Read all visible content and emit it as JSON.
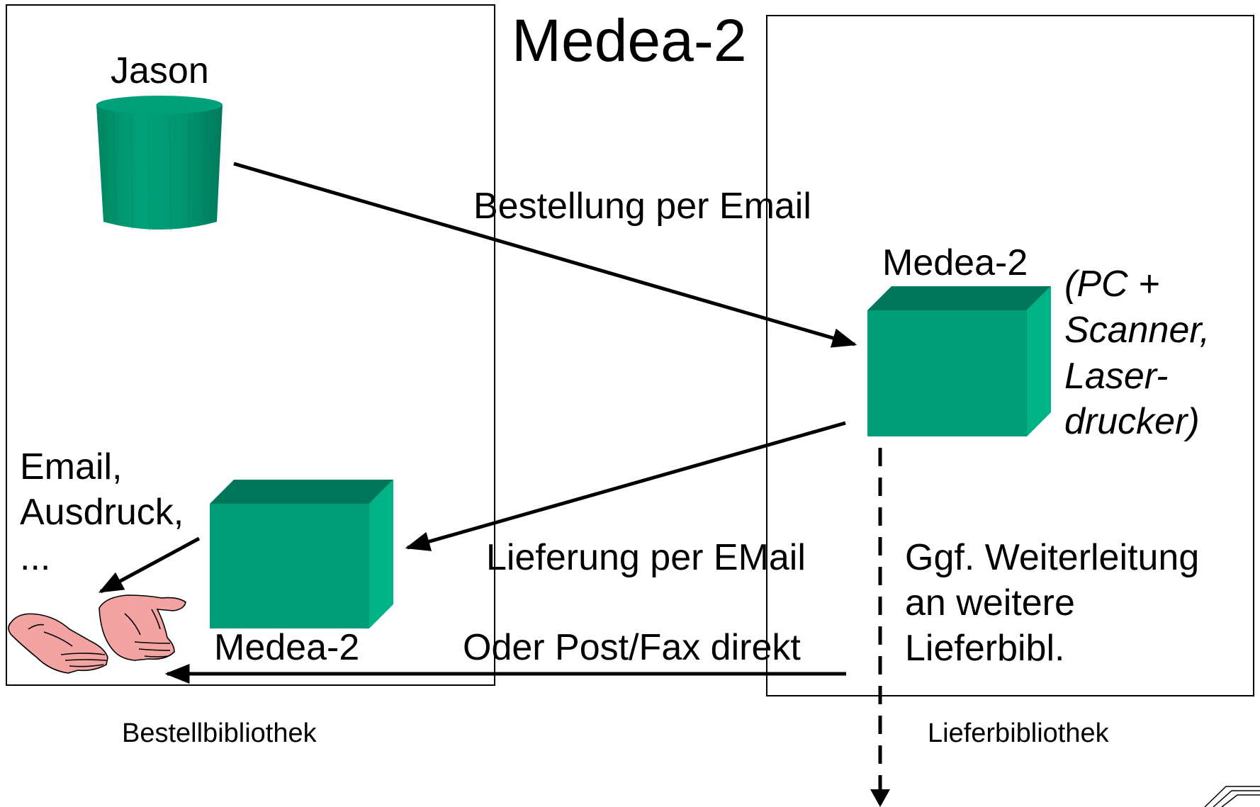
{
  "title": "Medea-2",
  "database": {
    "label": "Jason",
    "color": "#009e78"
  },
  "arrows": {
    "order": "Bestellung per Email",
    "delivery": "Lieferung per EMail",
    "direct": "Oder Post/Fax direkt"
  },
  "supplier_node": {
    "label": "Medea-2",
    "note_lines": [
      "(PC +",
      "Scanner,",
      "Laser-",
      "drucker)"
    ]
  },
  "requester_node": {
    "label": "Medea-2"
  },
  "output_lines": [
    "Email,",
    "Ausdruck,",
    "..."
  ],
  "forward_lines": [
    "Ggf. Weiterleitung",
    "an weitere",
    "Lieferbibl."
  ],
  "containers": {
    "left": "Bestellbibliothek",
    "right": "Lieferbibliothek"
  },
  "colors": {
    "box_front": "#009e78",
    "box_top": "#00765a",
    "box_side": "#00b387",
    "hands": "#f4a3a3"
  }
}
